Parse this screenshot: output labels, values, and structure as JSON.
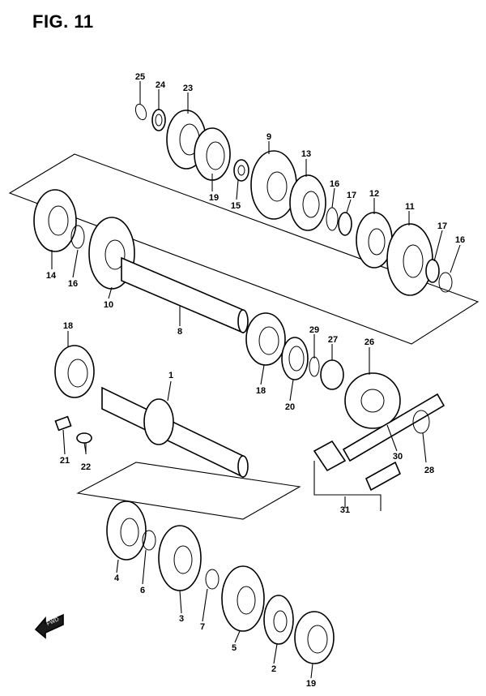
{
  "figure": {
    "title": "FIG. 11"
  },
  "orientation": {
    "label": "FWD"
  },
  "callouts": [
    {
      "id": "c25",
      "text": "25"
    },
    {
      "id": "c24",
      "text": "24"
    },
    {
      "id": "c23",
      "text": "23"
    },
    {
      "id": "c19a",
      "text": "19"
    },
    {
      "id": "c15",
      "text": "15"
    },
    {
      "id": "c9",
      "text": "9"
    },
    {
      "id": "c13",
      "text": "13"
    },
    {
      "id": "c16a",
      "text": "16"
    },
    {
      "id": "c17a",
      "text": "17"
    },
    {
      "id": "c12",
      "text": "12"
    },
    {
      "id": "c11",
      "text": "11"
    },
    {
      "id": "c17b",
      "text": "17"
    },
    {
      "id": "c16b",
      "text": "16"
    },
    {
      "id": "c14",
      "text": "14"
    },
    {
      "id": "c16c",
      "text": "16"
    },
    {
      "id": "c10",
      "text": "10"
    },
    {
      "id": "c8",
      "text": "8"
    },
    {
      "id": "c18a",
      "text": "18"
    },
    {
      "id": "c29",
      "text": "29"
    },
    {
      "id": "c27",
      "text": "27"
    },
    {
      "id": "c26",
      "text": "26"
    },
    {
      "id": "c18b",
      "text": "18"
    },
    {
      "id": "c20",
      "text": "20"
    },
    {
      "id": "c1",
      "text": "1"
    },
    {
      "id": "c21",
      "text": "21"
    },
    {
      "id": "c22",
      "text": "22"
    },
    {
      "id": "c30",
      "text": "30"
    },
    {
      "id": "c28",
      "text": "28"
    },
    {
      "id": "c31",
      "text": "31"
    },
    {
      "id": "c4",
      "text": "4"
    },
    {
      "id": "c6",
      "text": "6"
    },
    {
      "id": "c3",
      "text": "3"
    },
    {
      "id": "c7",
      "text": "7"
    },
    {
      "id": "c5",
      "text": "5"
    },
    {
      "id": "c2",
      "text": "2"
    },
    {
      "id": "c19b",
      "text": "19"
    }
  ]
}
